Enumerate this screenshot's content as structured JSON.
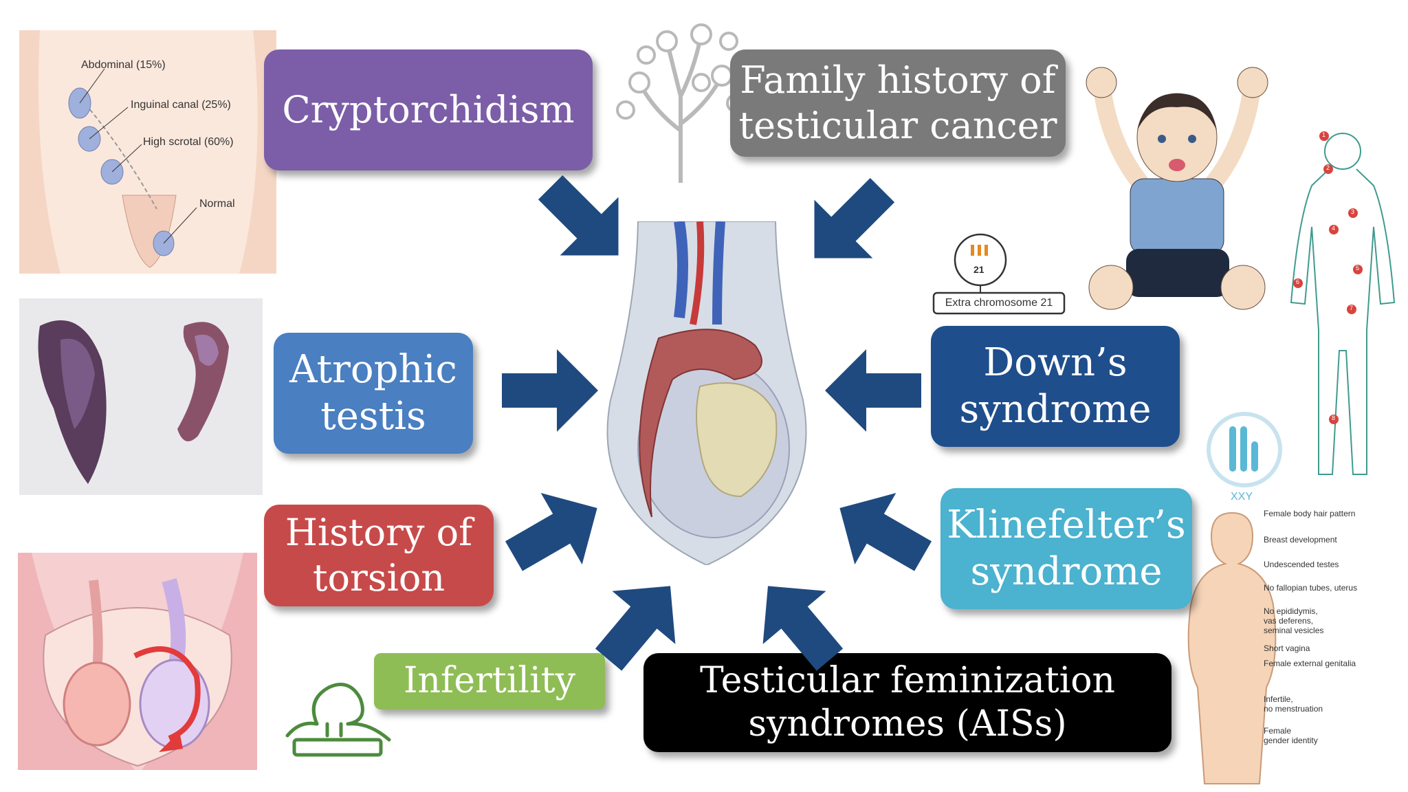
{
  "factors": {
    "cryptorchidism": "Cryptorchidism",
    "family_history": "Family history of\ntesticular cancer",
    "atrophic_testis": "Atrophic\ntestis",
    "downs": "Down’s\nsyndrome",
    "torsion": "History of\ntorsion",
    "klinefelter": "Klinefelter’s\nsyndrome",
    "infertility": "Infertility",
    "feminization": "Testicular feminization\nsyndromes (AISs)"
  },
  "colors": {
    "cryptorchidism": "#7b5ea7",
    "family_history": "#7a7a7a",
    "atrophic_testis": "#4a7fc1",
    "downs": "#1f4e8c",
    "torsion": "#c74a4a",
    "klinefelter": "#4bb2cf",
    "infertility": "#8ebd55",
    "feminization": "#000000",
    "arrow": "#1f4a7f"
  },
  "cryptorchidism_panel": {
    "abdominal": "Abdominal (15%)",
    "inguinal": "Inguinal canal (25%)",
    "high_scrotal": "High scrotal (60%)",
    "normal": "Normal"
  },
  "down_panel": {
    "chromosome_number": "21",
    "caption": "Extra chromosome 21"
  },
  "klinefelter_panel": {
    "karyotype": "XXY"
  },
  "ais_panel": {
    "labels": [
      "Female body hair pattern",
      "Breast development",
      "Undescended testes",
      "No fallopian tubes, uterus",
      "No epididymis,\nvas deferens,\nseminal vesicles",
      "Short vagina",
      "Female external genitalia",
      "Infertile,\nno menstruation",
      "Female\ngender identity"
    ]
  },
  "body_map": {
    "markers": [
      "1",
      "2",
      "3",
      "4",
      "5",
      "6",
      "7",
      "8"
    ]
  },
  "icons": {
    "family_tree": "family-tree-icon",
    "infertility": "infertility-icon"
  }
}
